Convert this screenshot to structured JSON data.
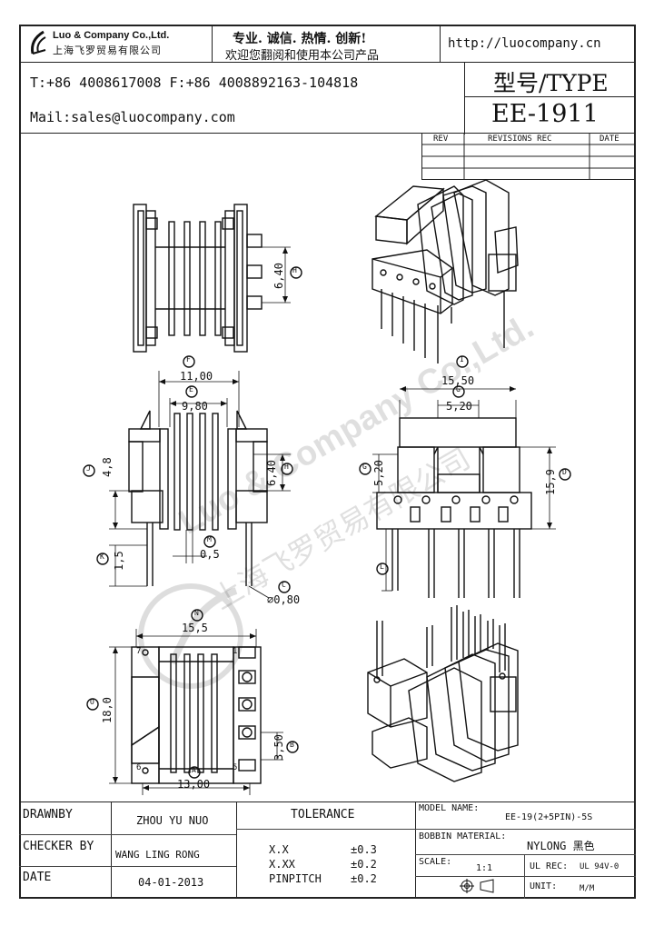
{
  "company": {
    "name_en": "Luo & Company Co.,Ltd.",
    "name_cn": "上海飞罗贸易有限公司",
    "slogan": "专业. 诚信. 热情. 创新!",
    "welcome": "欢迎您翻阅和使用本公司产品",
    "url": "http://luocompany.cn",
    "phone": "T:+86 4008617008 F:+86 4008892163-104818",
    "mail": "Mail:sales@luocompany.com"
  },
  "type_box": {
    "label": "型号/TYPE",
    "value": "EE-1911"
  },
  "revisions": {
    "rev": "REV",
    "rec": "REVISIONS REC",
    "date": "DATE"
  },
  "dimensions": {
    "F": "F",
    "E": "E",
    "I": "I",
    "G": "G",
    "H1": "H",
    "H2": "H",
    "J": "J",
    "K": "K",
    "M": "M",
    "C": "C",
    "D": "D",
    "G2": "G",
    "L": "L",
    "N": "N",
    "O": "O",
    "A": "A",
    "B": "B",
    "d640a": "6,40",
    "d1100": "11,00",
    "d980": "9,80",
    "d48": "4,8",
    "d640b": "6,40",
    "d15": "1,5",
    "d05": "0,5",
    "d080": "⌀0,80",
    "d1550": "15,50",
    "d520a": "5,20",
    "d520b": "5,20",
    "d159": "15,9",
    "d155": "15,5",
    "d180": "18,0",
    "d350": "3,50",
    "d1300": "13,00",
    "p7": "7",
    "p1": "1",
    "p6": "6",
    "p5": "5"
  },
  "watermark": {
    "line1": "Luo & Company Co.,Ltd.",
    "line2": "上海飞罗贸易有限公司"
  },
  "footer": {
    "drawnby_label": "DRAWNBY",
    "drawnby": "ZHOU YU NUO",
    "checker_label": "CHECKER BY",
    "checker": "WANG LING RONG",
    "date_label": "DATE",
    "date": "04-01-2013",
    "tolerance": "TOLERANCE",
    "tol1_k": "X.X",
    "tol1_v": "±0.3",
    "tol2_k": "X.XX",
    "tol2_v": "±0.2",
    "tol3_k": "PINPITCH",
    "tol3_v": "±0.2",
    "model_label": "MODEL NAME:",
    "model": "EE-19(2+5PIN)-5S",
    "bobbin_label": "BOBBIN MATERIAL:",
    "bobbin": "NYLONG 黑色",
    "scale_label": "SCALE:",
    "scale": "1:1",
    "ul_label": "UL REC:",
    "ul": "UL 94V-0",
    "unit_label": "UNIT:",
    "unit": "M/M"
  }
}
